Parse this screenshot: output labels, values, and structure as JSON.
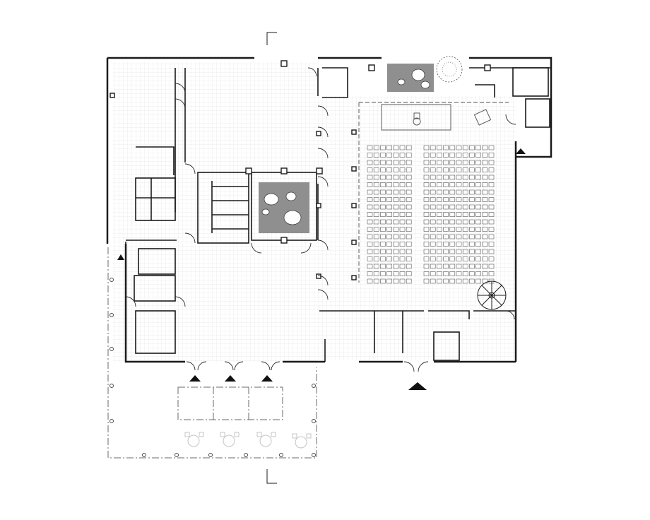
{
  "drawing": {
    "type": "architectural-floor-plan",
    "colors": {
      "background": "#ffffff",
      "wall": "#1a1a1a",
      "hatch": "#d6d6d6",
      "patio": "#8f8f8f",
      "seat": "#5a5a5a",
      "dash": "#6a6a6a"
    },
    "auditorium": {
      "seat_rows": 19,
      "left_block_seats_per_row": 7,
      "right_block_seats_per_row": 11
    },
    "entrances": {
      "count": 6,
      "icon": "entry-triangle-icon"
    },
    "section_marks": {
      "count": 2,
      "icon": "section-cut-icon"
    }
  }
}
